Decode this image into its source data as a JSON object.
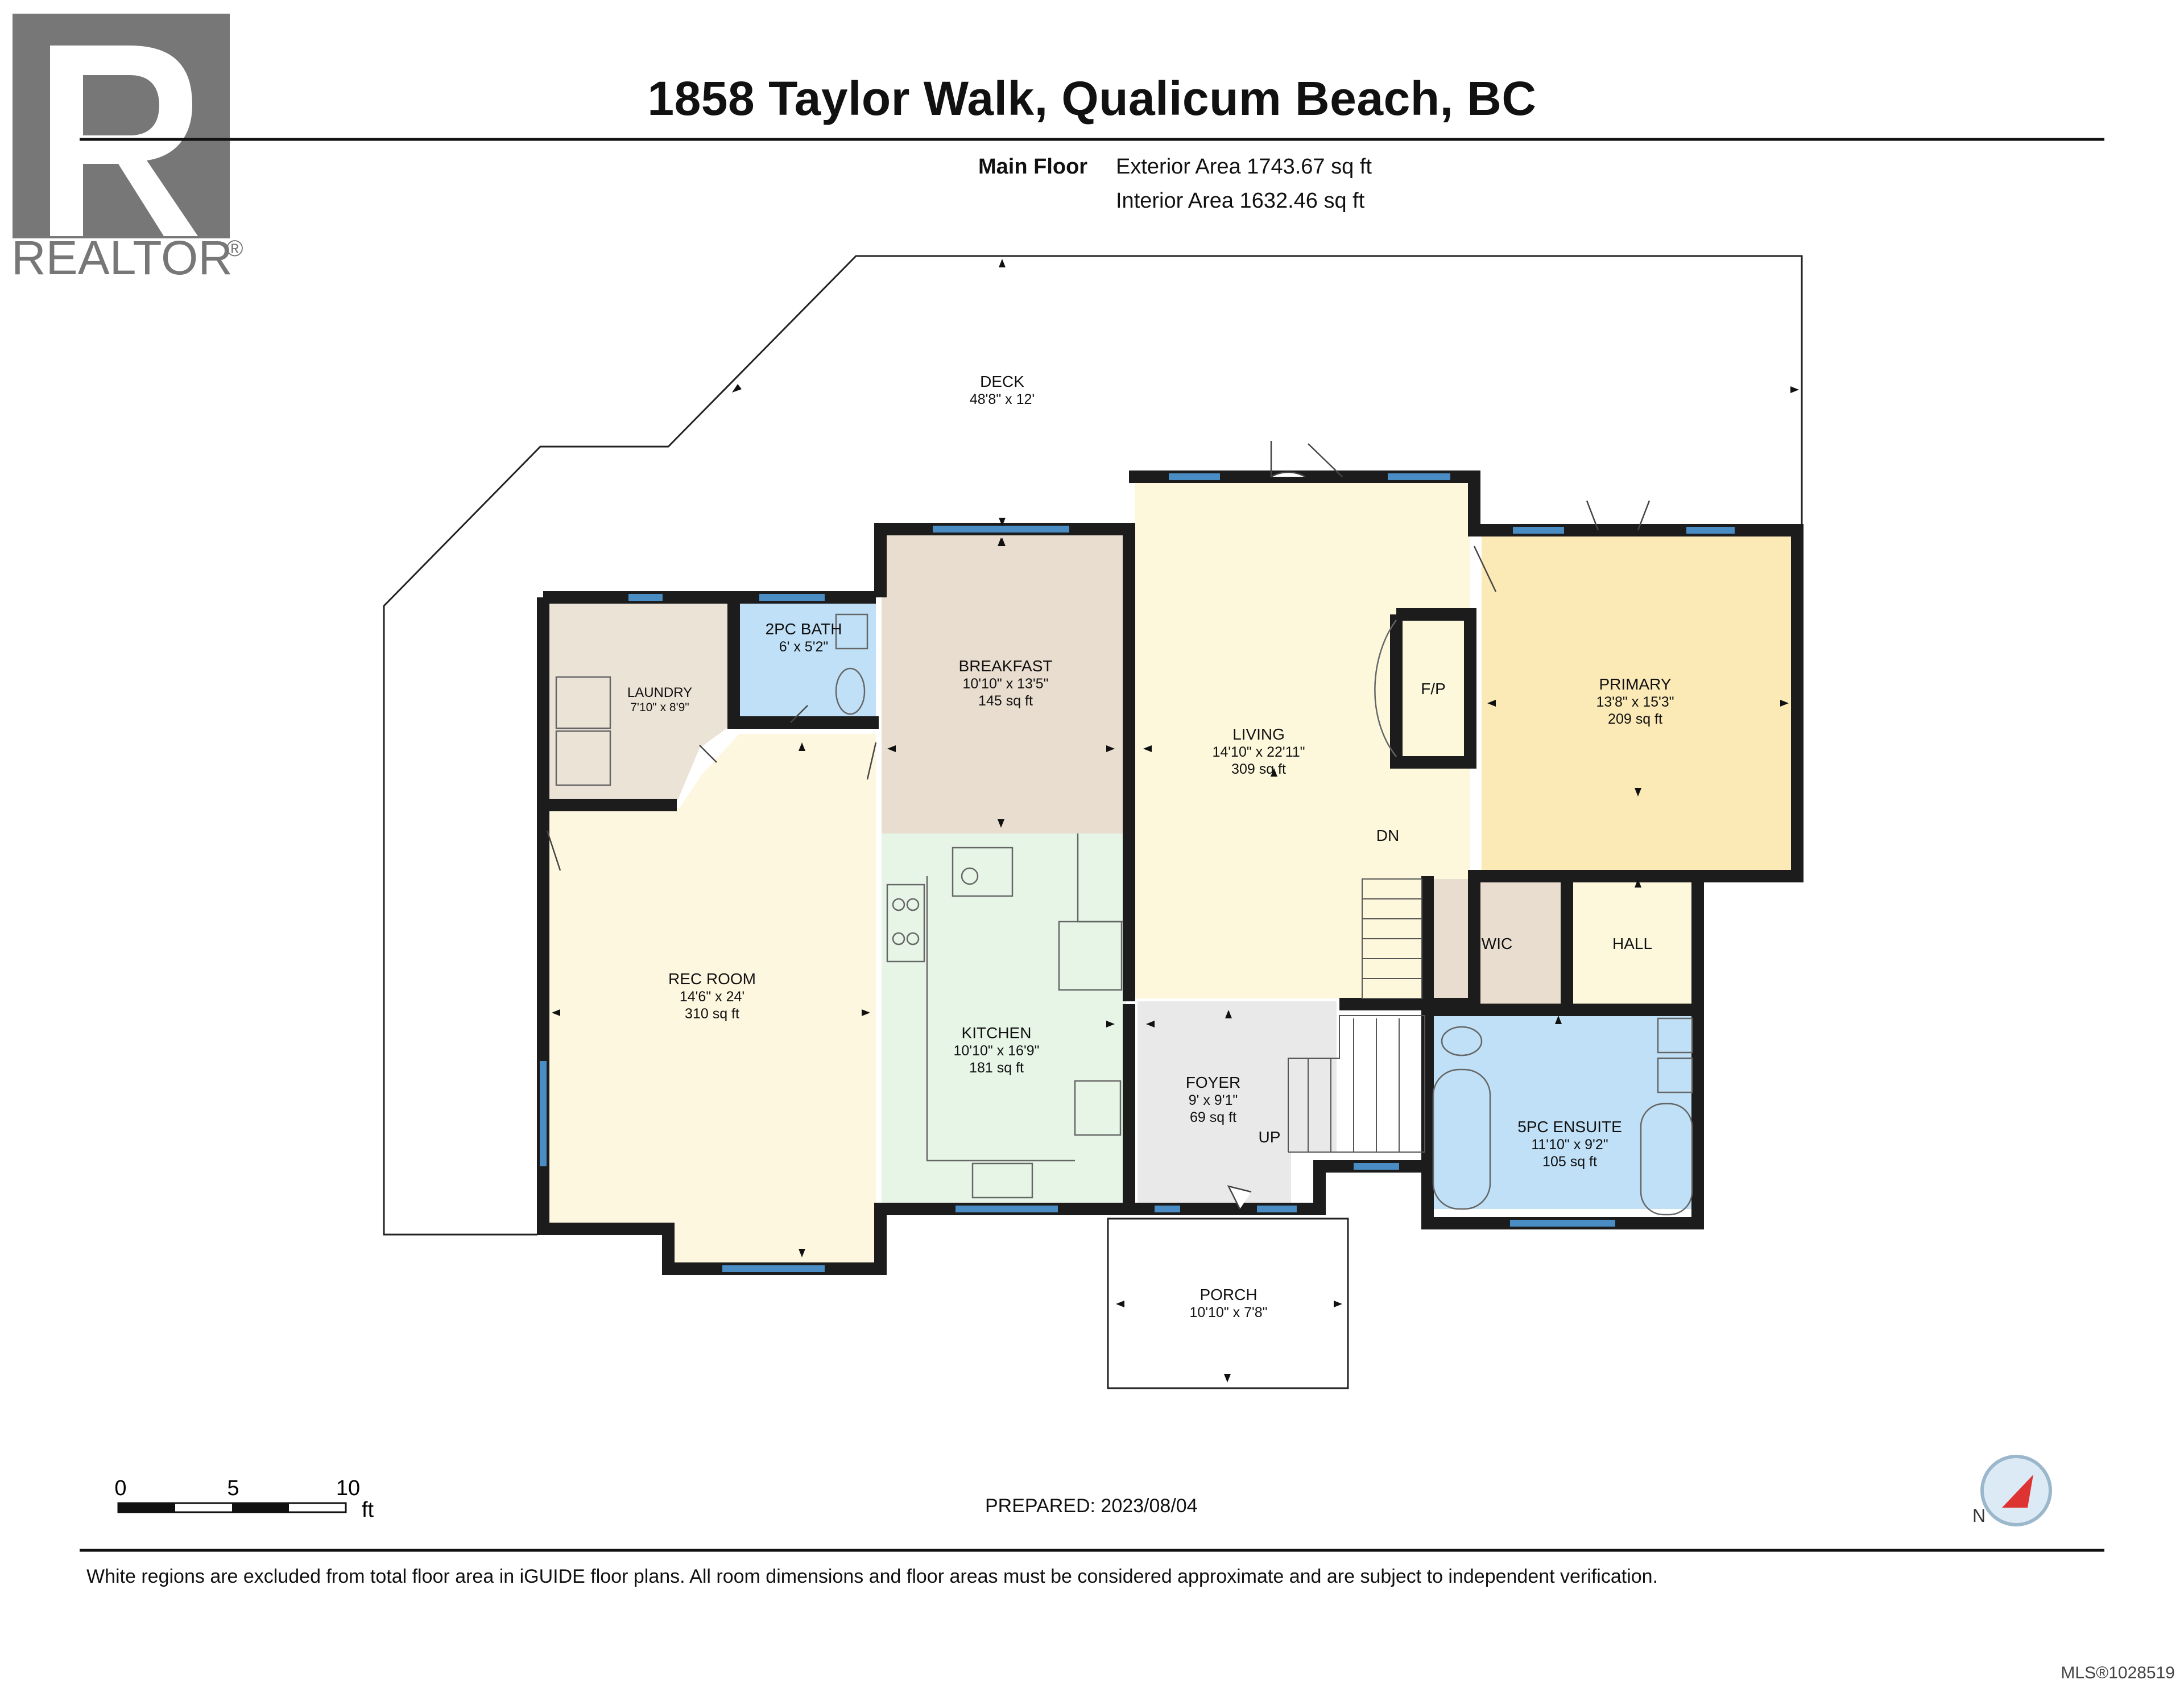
{
  "header": {
    "title": "1858 Taylor Walk, Qualicum Beach, BC",
    "floor_label": "Main Floor",
    "exterior_area": "Exterior Area 1743.67 sq ft",
    "interior_area": "Interior Area 1632.46 sq ft"
  },
  "logo": {
    "text": "REALTOR",
    "mark": "®"
  },
  "rooms": {
    "deck": {
      "name": "DECK",
      "dims": "48'8\" x 12'"
    },
    "laundry": {
      "name": "LAUNDRY",
      "dims": "7'10\" x 8'9\""
    },
    "bath2": {
      "name": "2PC BATH",
      "dims": "6' x 5'2\""
    },
    "breakfast": {
      "name": "BREAKFAST",
      "dims": "10'10\" x 13'5\"",
      "area": "145 sq ft"
    },
    "living": {
      "name": "LIVING",
      "dims": "14'10\" x 22'11\"",
      "area": "309 sq ft"
    },
    "primary": {
      "name": "PRIMARY",
      "dims": "13'8\" x 15'3\"",
      "area": "209 sq ft"
    },
    "rec": {
      "name": "REC ROOM",
      "dims": "14'6\" x 24'",
      "area": "310 sq ft"
    },
    "kitchen": {
      "name": "KITCHEN",
      "dims": "10'10\" x 16'9\"",
      "area": "181 sq ft"
    },
    "foyer": {
      "name": "FOYER",
      "dims": "9' x 9'1\"",
      "area": "69 sq ft"
    },
    "ensuite": {
      "name": "5PC ENSUITE",
      "dims": "11'10\" x 9'2\"",
      "area": "105 sq ft"
    },
    "porch": {
      "name": "PORCH",
      "dims": "10'10\" x 7'8\""
    },
    "wic": {
      "name": "WIC"
    },
    "hall": {
      "name": "HALL"
    },
    "fp": {
      "name": "F/P"
    }
  },
  "stairs": {
    "down": "DN",
    "up": "UP"
  },
  "scale": {
    "labels": [
      "0",
      "5",
      "10"
    ],
    "unit": "ft"
  },
  "prepared": "PREPARED: 2023/08/04",
  "compass_icon": "north-compass-icon",
  "compass_letter": "N",
  "footer": {
    "disclaimer": "White regions are excluded from total floor area in iGUIDE floor plans. All room dimensions and floor areas must be considered approximate and are subject to independent verification.",
    "mls": "MLS®1028519"
  },
  "colors": {
    "wall": "#1c1c1c",
    "window": "#4a8cc4",
    "primary_fill": "#fbe9b6",
    "living_fill": "#fdf8dc",
    "rec_fill": "#fdf7e0",
    "breakfast_fill": "#e9ddd0",
    "laundry_fill": "#ece3d7",
    "kitchen_fill": "#e7f5e7",
    "bath_fill": "#bfe0f7",
    "foyer_fill": "#e9e9e9",
    "wic_fill": "#e9ddd0",
    "hall_fill": "#fdf8dc",
    "logo_gray": "#777777"
  }
}
